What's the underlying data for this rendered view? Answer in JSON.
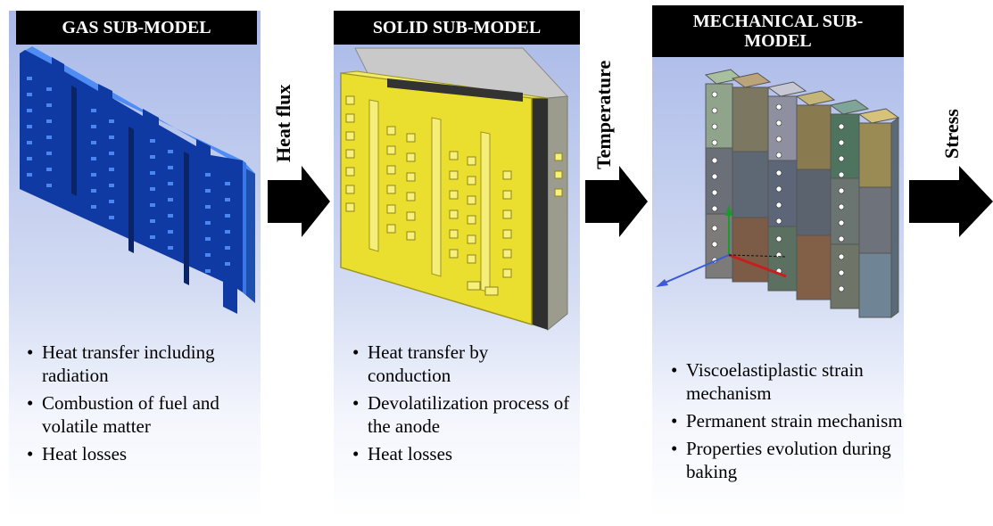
{
  "panels": [
    {
      "header": "GAS SUB-MODEL",
      "bullets": [
        "Heat transfer including radiation",
        "Combustion of fuel and volatile matter",
        "Heat losses"
      ]
    },
    {
      "header": "SOLID SUB-MODEL",
      "bullets": [
        "Heat transfer by conduction",
        "Devolatilization process of the anode",
        "Heat losses"
      ]
    },
    {
      "header": "MECHANICAL SUB-MODEL",
      "bullets": [
        "Viscoelastiplastic strain mechanism",
        "Permanent strain mechanism",
        "Properties evolution during baking"
      ]
    }
  ],
  "arrows": [
    {
      "label": "Heat flux"
    },
    {
      "label": "Temperature"
    },
    {
      "label": "Stress"
    }
  ],
  "colors": {
    "gas_model": "#2f6fe8",
    "solid_model": "#e6dd2a",
    "header_bg": "#000000"
  }
}
